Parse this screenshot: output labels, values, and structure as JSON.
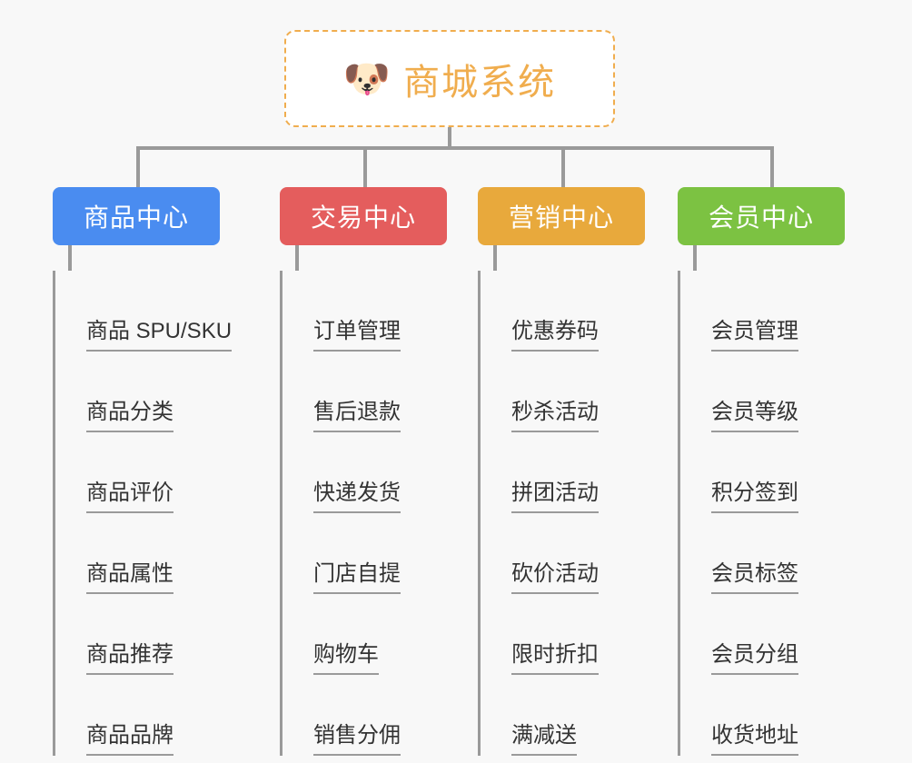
{
  "canvas": {
    "background": "#f8f8f8",
    "line_color": "#9a9a9a"
  },
  "root": {
    "icon": "shiba-dog-face-emoji",
    "emoji": "🐶",
    "title": "商城系统",
    "border_color": "#f0ad4e",
    "text_color": "#f0ad4e",
    "background": "#ffffff"
  },
  "columns": [
    {
      "header": "商品中心",
      "color": "#4a8cf0",
      "items": [
        "商品 SPU/SKU",
        "商品分类",
        "商品评价",
        "商品属性",
        "商品推荐",
        "商品品牌"
      ]
    },
    {
      "header": "交易中心",
      "color": "#e45d5d",
      "items": [
        "订单管理",
        "售后退款",
        "快递发货",
        "门店自提",
        "购物车",
        "销售分佣"
      ]
    },
    {
      "header": "营销中心",
      "color": "#e8a93c",
      "items": [
        "优惠券码",
        "秒杀活动",
        "拼团活动",
        "砍价活动",
        "限时折扣",
        "满减送"
      ]
    },
    {
      "header": "会员中心",
      "color": "#7cc242",
      "items": [
        "会员管理",
        "会员等级",
        "积分签到",
        "会员标签",
        "会员分组",
        "收货地址"
      ]
    }
  ]
}
